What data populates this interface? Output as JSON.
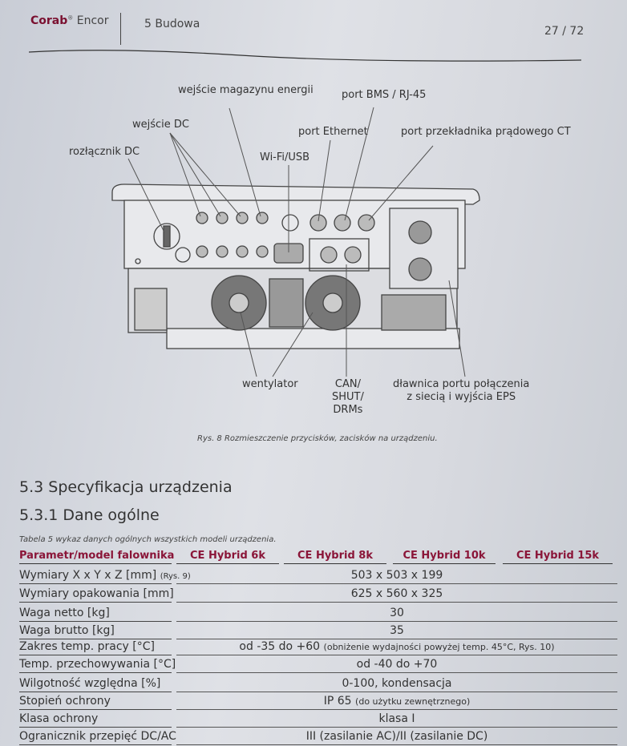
{
  "header": {
    "logo_brand": "Corab",
    "logo_product": "Encor",
    "section": "5 Budowa",
    "page": "27 / 72"
  },
  "figure": {
    "callouts": {
      "magazyn": "wejście magazynu energii",
      "bms": "port BMS / RJ-45",
      "dc_in": "wejście DC",
      "ethernet": "port Ethernet",
      "ct": "port przekładnika  prądowego CT",
      "dc_switch": "rozłącznik DC",
      "wifi": "Wi-Fi/USB",
      "fan": "wentylator",
      "can": "CAN/",
      "shut": "SHUT/",
      "drms": "DRMs",
      "gland1": "dławnica portu połączenia",
      "gland2": "z siecią i wyjścia EPS"
    },
    "caption": "Rys. 8 Rozmieszczenie przycisków, zacisków na urządzeniu."
  },
  "headings": {
    "spec": "5.3 Specyfikacja urządzenia",
    "general": "5.3.1 Dane ogólne"
  },
  "table": {
    "caption": "Tabela 5 wykaz danych ogólnych wszystkich  modeli urządzenia.",
    "headers": [
      "Parametr/model falownika",
      "CE Hybrid 6k",
      "CE Hybrid 8k",
      "CE Hybrid 10k",
      "CE Hybrid 15k"
    ],
    "rows": [
      {
        "label": "Wymiary X x Y x Z [mm]",
        "label_note": "(Rys. 9)",
        "value": "503 x 503 x 199",
        "note": ""
      },
      {
        "label": "Wymiary opakowania [mm]",
        "label_note": "",
        "value": "625 x 560 x 325",
        "note": ""
      },
      {
        "label": "Waga netto [kg]",
        "label_note": "",
        "value": "30",
        "note": ""
      },
      {
        "label": "Waga brutto [kg]",
        "label_note": "",
        "value": "35",
        "note": ""
      },
      {
        "label": "Zakres temp. pracy [°C]",
        "label_note": "",
        "value": "od -35 do +60",
        "note": "(obniżenie wydajności powyżej temp. 45°C, Rys. 10)"
      },
      {
        "label": "Temp. przechowywania [°C]",
        "label_note": "",
        "value": "od -40 do +70",
        "note": ""
      },
      {
        "label": "Wilgotność względna [%]",
        "label_note": "",
        "value": "0-100, kondensacja",
        "note": ""
      },
      {
        "label": "Stopień ochrony",
        "label_note": "",
        "value": "IP 65",
        "note": "(do użytku zewnętrznego)"
      },
      {
        "label": "Klasa ochrony",
        "label_note": "",
        "value": "klasa I",
        "note": ""
      },
      {
        "label": "Ogranicznik przepięć DC/AC",
        "label_note": "",
        "value": "III (zasilanie AC)/II (zasilanie DC)",
        "note": ""
      }
    ]
  }
}
